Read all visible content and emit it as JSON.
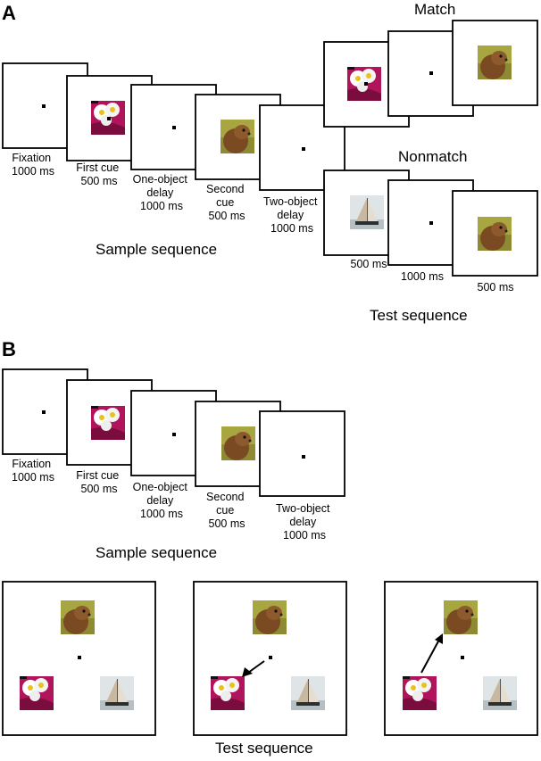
{
  "panel_a": {
    "letter": "A",
    "sample_captions": [
      [
        "Fixation",
        "1000 ms"
      ],
      [
        "First cue",
        "500 ms"
      ],
      [
        "One-object",
        "delay",
        "1000 ms"
      ],
      [
        "Second",
        "cue",
        "500 ms"
      ],
      [
        "Two-object",
        "delay",
        "1000 ms"
      ]
    ],
    "sample_label": "Sample sequence",
    "match_label": "Match",
    "nonmatch_label": "Nonmatch",
    "test_captions": [
      "500 ms",
      "1000 ms",
      "500 ms"
    ],
    "test_label": "Test sequence"
  },
  "panel_b": {
    "letter": "B",
    "sample_captions": [
      [
        "Fixation",
        "1000 ms"
      ],
      [
        "First cue",
        "500 ms"
      ],
      [
        "One-object",
        "delay",
        "1000 ms"
      ],
      [
        "Second",
        "cue",
        "500 ms"
      ],
      [
        "Two-object",
        "delay",
        "1000 ms"
      ]
    ],
    "sample_label": "Sample sequence",
    "test_label": "Test sequence"
  }
}
